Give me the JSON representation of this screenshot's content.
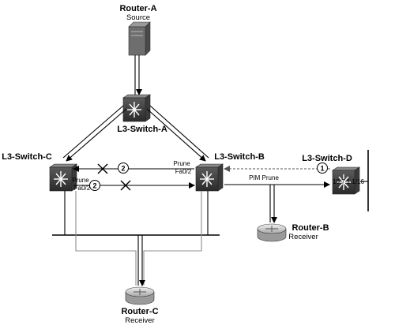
{
  "router_a": {
    "name": "Router-A",
    "role": "Source"
  },
  "switch_a": {
    "name": "L3-Switch-A"
  },
  "switch_b": {
    "name": "L3-Switch-B"
  },
  "switch_c": {
    "name": "L3-Switch-C"
  },
  "switch_d": {
    "name": "L3-Switch-D"
  },
  "router_b": {
    "name": "Router-B",
    "role": "Receiver"
  },
  "router_c": {
    "name": "Router-C",
    "role": "Receiver"
  },
  "prune_top": {
    "line1": "Prune",
    "line2": "Fa0/2",
    "step": "2"
  },
  "prune_bottom": {
    "line1": "Prune",
    "line2": "Fa0/2",
    "step": "2"
  },
  "pim_prune": {
    "label": "PIM Prune",
    "step": "1"
  },
  "subnet_label": "10.7.1.1/16",
  "colors": {
    "device_dark": "#3d3d3d",
    "device_light": "#d6d6d6",
    "wire": "#000000",
    "receiver_path": "#8c8c8c"
  }
}
